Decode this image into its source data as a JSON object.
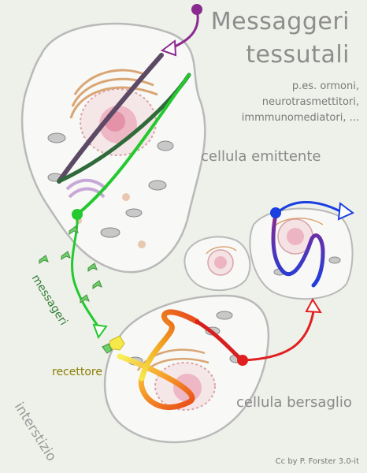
{
  "title": {
    "line1": "Messaggeri",
    "line2": "tessutali"
  },
  "subtitle": {
    "line1": "p.es. ormoni,",
    "line2": "neurotrasmettitori,",
    "line3": "immmunomediatori, ..."
  },
  "labels": {
    "emitting_cell": "cellula emittente",
    "messengers": "messageri",
    "receptor": "recettore",
    "target_cell": "cellula bersaglio",
    "interstitium": "interstizio"
  },
  "credit": "Cc by P. Forster 3.0-it",
  "colors": {
    "background": "#eef0ea",
    "cell_fill": "#f8f8f6",
    "cell_stroke": "#b9b9b9",
    "nucleus": "#e9a2b5",
    "purple_path": "#8a2a8f",
    "dark_green_path": "#2e6a3a",
    "green_path": "#23c92e",
    "red_path": "#e02020",
    "blue_path": "#1a3fe0",
    "receptor": "#f4e84a",
    "messengers_text": "#2e7d32",
    "receptor_text": "#8c7d00"
  }
}
